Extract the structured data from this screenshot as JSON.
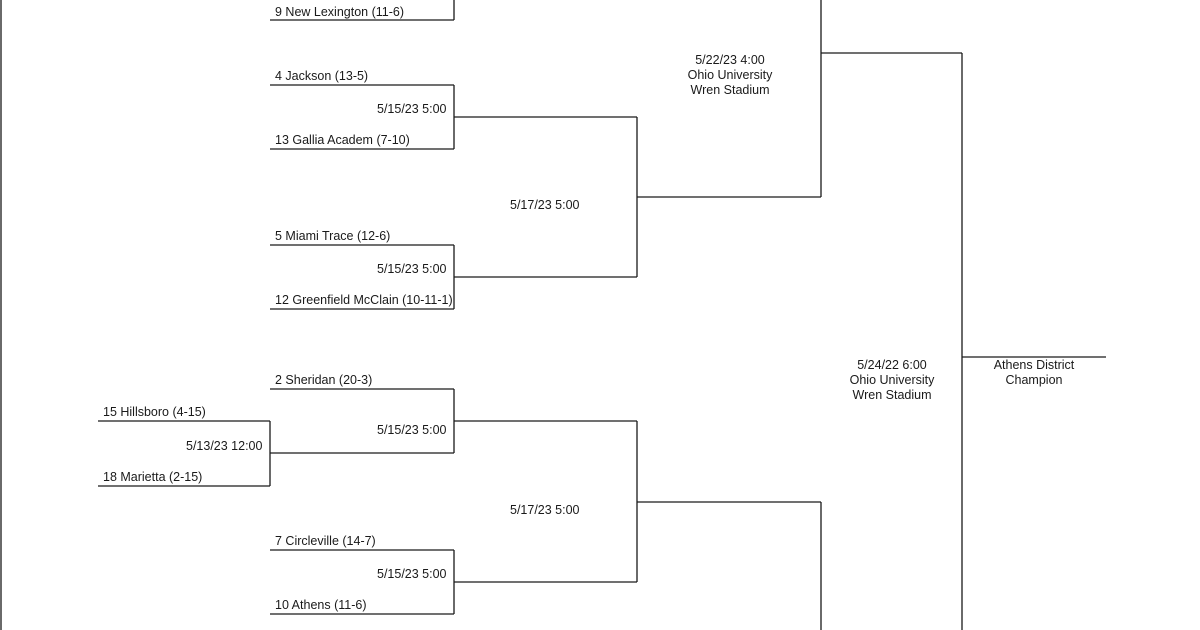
{
  "teams": {
    "new_lexington": "9 New Lexington (11-6)",
    "jackson": "4 Jackson (13-5)",
    "gallia": "13 Gallia Academ (7-10)",
    "miami_trace": "5 Miami Trace (12-6)",
    "greenfield": "12 Greenfield McClain (10-11-1)",
    "sheridan": "2 Sheridan (20-3)",
    "hillsboro": "15 Hillsboro (4-15)",
    "marietta": "18 Marietta (2-15)",
    "circleville": "7 Circleville (14-7)",
    "athens": "10 Athens (11-6)"
  },
  "games": {
    "jackson_gallia": "5/15/23 5:00",
    "miami_greenfield": "5/15/23 5:00",
    "upper_semi": "5/17/23 5:00",
    "hillsboro_marietta": "5/13/23 12:00",
    "sheridan_game": "5/15/23 5:00",
    "circleville_athens": "5/15/23 5:00",
    "lower_semi": "5/17/23 5:00"
  },
  "district_semi": {
    "date": "5/22/23 4:00",
    "venue_line1": "Ohio University",
    "venue_line2": "Wren Stadium"
  },
  "final": {
    "date": "5/24/22 6:00",
    "venue_line1": "Ohio University",
    "venue_line2": "Wren Stadium"
  },
  "champion": {
    "line1": "Athens District",
    "line2": "Champion"
  },
  "colors": {
    "line": "#1a1a1a",
    "text": "#1a1a1a",
    "background": "#ffffff"
  }
}
